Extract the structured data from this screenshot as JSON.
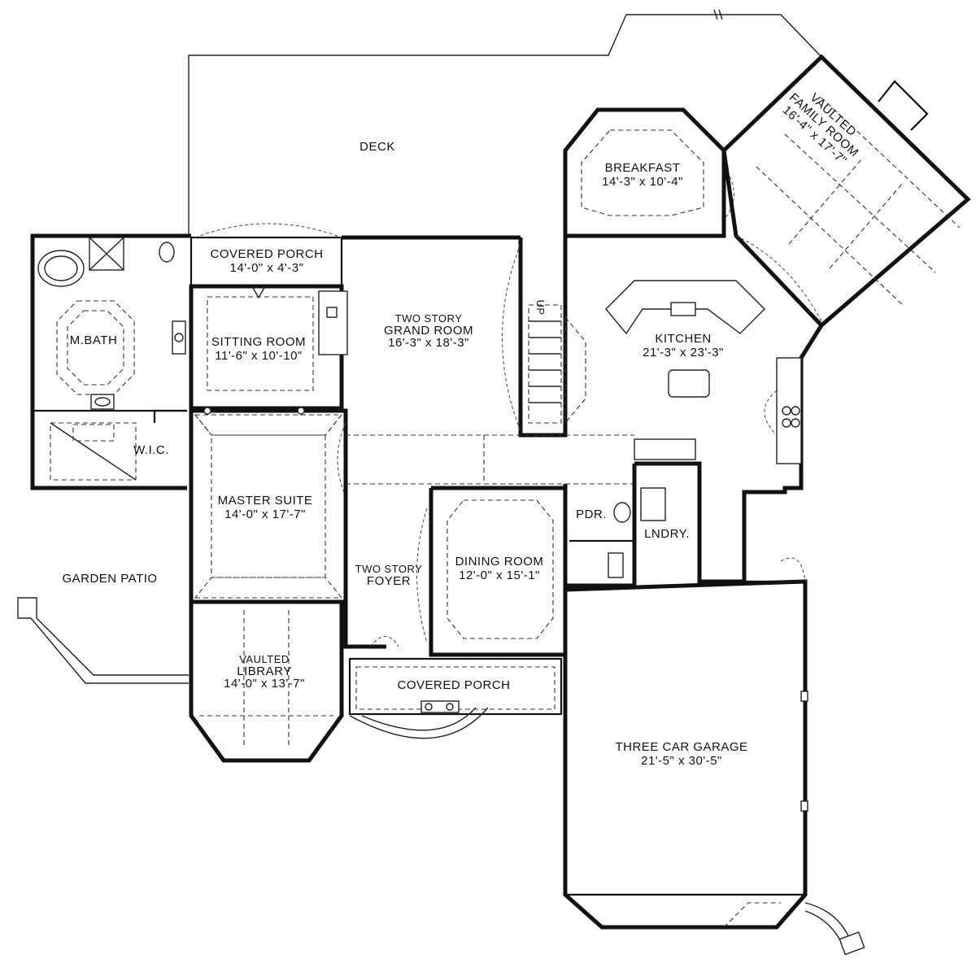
{
  "rooms": {
    "deck": {
      "name": "DECK"
    },
    "breakfast": {
      "name": "BREAKFAST",
      "dims": "14'-3\" x 10'-4\""
    },
    "family_room": {
      "name_line1": "VAULTED",
      "name_line2": "FAMILY ROOM",
      "dims": "16'-4\" x 17'-7\""
    },
    "covered_porch_rear": {
      "name": "COVERED PORCH",
      "dims": "14'-0\" x 4'-3\""
    },
    "grand_room": {
      "name_line1": "TWO STORY",
      "name_line2": "GRAND ROOM",
      "dims": "16'-3\" x 18'-3\""
    },
    "kitchen": {
      "name": "KITCHEN",
      "dims": "21'-3\" x 23'-3\""
    },
    "master_bath": {
      "name": "M.BATH"
    },
    "sitting_room": {
      "name": "SITTING ROOM",
      "dims": "11'-6\" x 10'-10\""
    },
    "wic": {
      "name": "W.I.C."
    },
    "master_suite": {
      "name": "MASTER SUITE",
      "dims": "14'-0\" x 17'-7\""
    },
    "powder": {
      "name": "PDR."
    },
    "laundry": {
      "name": "LNDRY."
    },
    "garden_patio": {
      "name": "GARDEN PATIO"
    },
    "foyer": {
      "name_line1": "TWO STORY",
      "name_line2": "FOYER"
    },
    "dining_room": {
      "name": "DINING ROOM",
      "dims": "12'-0\" x 15'-1\""
    },
    "library": {
      "name_line1": "VAULTED",
      "name_line2": "LIBRARY",
      "dims": "14'-0\" x 13'-7\""
    },
    "covered_porch_front": {
      "name": "COVERED PORCH"
    },
    "garage": {
      "name": "THREE CAR GARAGE",
      "dims": "21'-5\" x 30'-5\""
    }
  },
  "stair_label": "UP"
}
